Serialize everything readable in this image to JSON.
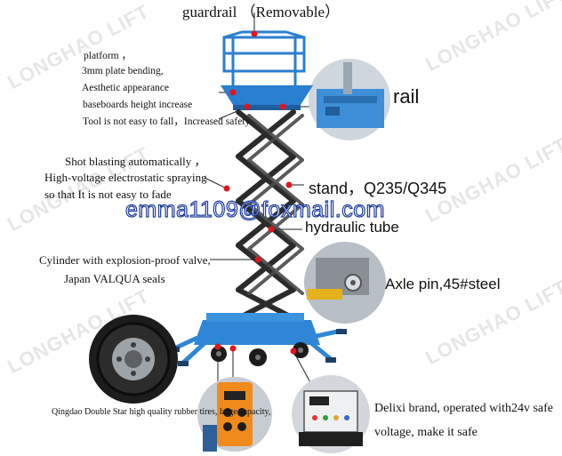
{
  "watermark": "LONGHAO LIFT",
  "email": "emma1109@foxmail.com",
  "labels": {
    "guardrail": "guardrail （Removable）",
    "platform_lines": [
      "platform ，",
      "3mm plate bending,",
      "Aesthetic appearance",
      "baseboards height increase",
      "Tool is not easy to fall，Increased safety"
    ],
    "shot_lines": [
      "Shot blasting automatically ，",
      "High-voltage electrostatic spraying",
      "so that It is not easy to fade"
    ],
    "cylinder_lines": [
      "Cylinder with explosion-proof valve,",
      "Japan VALQUA  seals"
    ],
    "tires": "Qingdao Double Star high quality rubber tires, large capacity,",
    "rail": "rail",
    "stand": "stand，Q235/Q345",
    "hydraulic": "hydraulic tube",
    "axle": "Axle pin,45#steel",
    "delixi_lines": [
      "Delixi brand, operated with24v safe",
      "voltage, make it safe"
    ]
  },
  "colors": {
    "platform_blue": "#2a7fd0",
    "scissor": "#2b2b2b",
    "base_blue": "#2f86d6",
    "callout_dot": "#e0151d",
    "leader": "#222222",
    "control_orange": "#f08a1c",
    "email_stroke": "#1e3d9e"
  },
  "icons": [
    "scissor-lift-icon",
    "tire-icon",
    "control-box-icon",
    "rail-detail-icon",
    "axle-pin-icon",
    "electric-box-icon"
  ]
}
